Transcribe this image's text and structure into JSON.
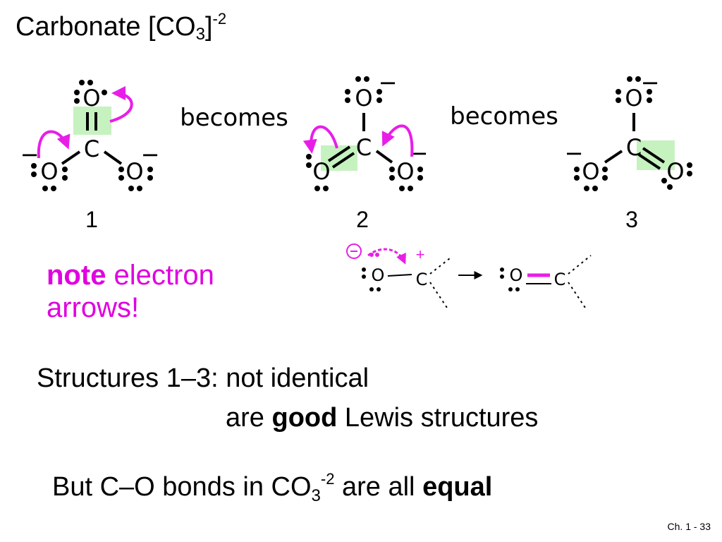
{
  "slide": {
    "title_main": "Carbonate [CO",
    "title_sub": "3",
    "title_close": "]",
    "title_sup": "-2",
    "becomes_1": "becomes",
    "becomes_2": "becomes",
    "structure_labels": [
      "1",
      "2",
      "3"
    ],
    "atom_O": "O",
    "atom_C": "C",
    "minus_sign": "−",
    "plus_sign": "+",
    "note_bold": "note",
    "note_rest_1": " electron",
    "note_rest_2": "arrows!",
    "statement_1": "Structures 1–3: not identical",
    "statement_2_pre": "are ",
    "statement_2_bold": "good",
    "statement_2_post": " Lewis structures",
    "but_pre": "But C–O bonds in CO",
    "but_sub": "3",
    "but_sup": "-2",
    "but_mid": " are all ",
    "but_bold": "equal",
    "slide_number": "Ch. 1 - 33"
  },
  "colors": {
    "arrow": "#e81ee8",
    "highlight": "#c6f2c0",
    "note_text": "#e000e0"
  }
}
